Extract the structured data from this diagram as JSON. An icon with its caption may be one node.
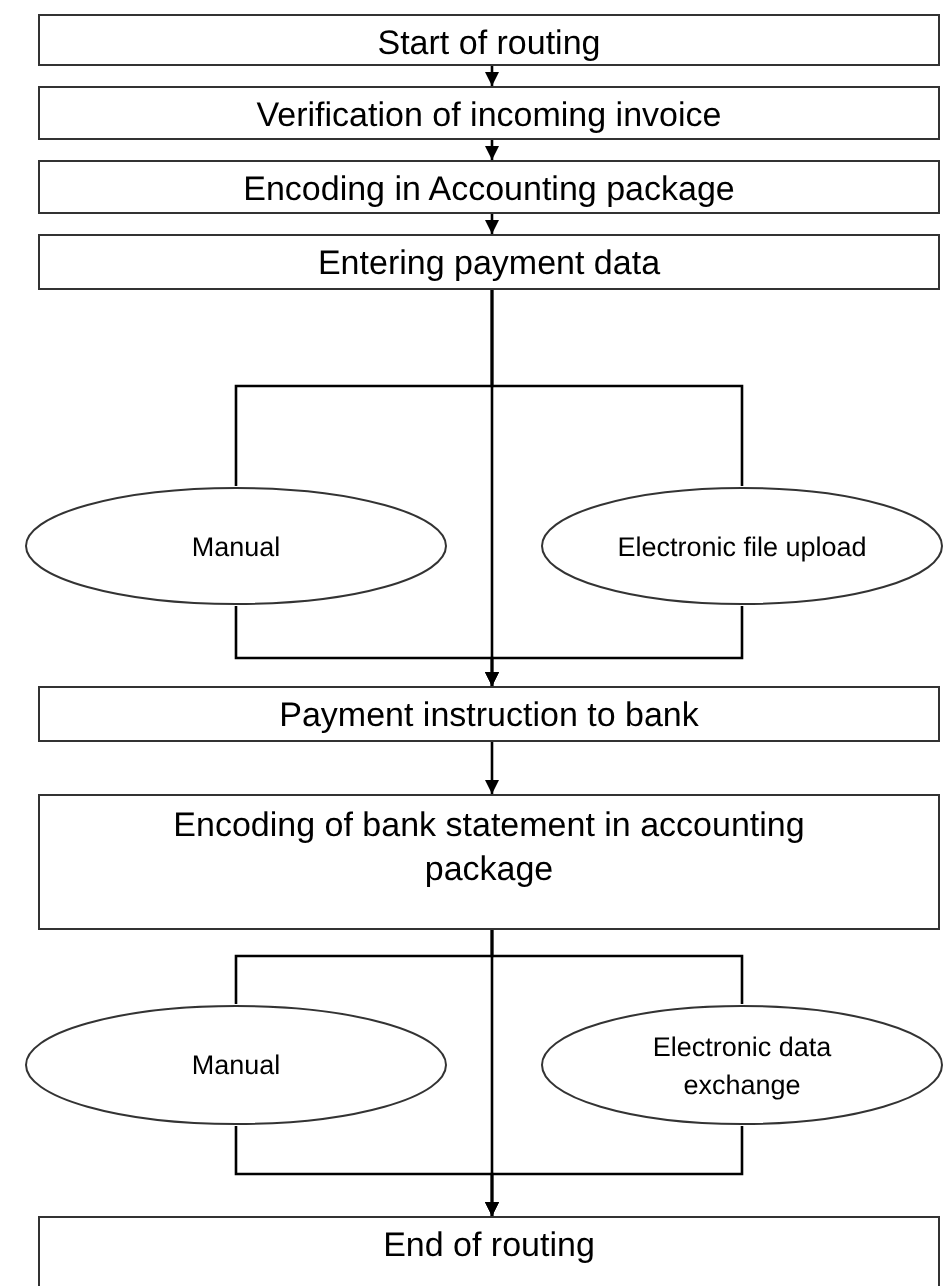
{
  "diagram": {
    "nodes": [
      {
        "text": [
          "Start of routing"
        ]
      },
      {
        "text": [
          "Verification of incoming invoice"
        ]
      },
      {
        "text": [
          "Encoding in Accounting package"
        ]
      },
      {
        "text": [
          "Entering payment data"
        ]
      },
      {
        "text": [
          "Manual"
        ]
      },
      {
        "text": [
          "Electronic file upload"
        ]
      },
      {
        "text": [
          "Payment instruction to bank"
        ]
      },
      {
        "text": [
          "Encoding of bank statement in accounting package"
        ]
      },
      {
        "text": [
          "Manual"
        ]
      },
      {
        "text": [
          "Electronic data exchange"
        ]
      },
      {
        "text": [
          "End of routing"
        ]
      }
    ],
    "edges": [
      {
        "from": 0,
        "to": 1,
        "arrow": "to"
      },
      {
        "from": 1,
        "to": 2,
        "arrow": "to"
      },
      {
        "from": 2,
        "to": 3,
        "arrow": "to"
      },
      {
        "from": 3,
        "to": 6,
        "arrow": "to"
      },
      {
        "from": 3,
        "to": 4,
        "arrow": "none"
      },
      {
        "from": 3,
        "to": 5,
        "arrow": "none"
      },
      {
        "from": 4,
        "to": 6,
        "arrow": "to"
      },
      {
        "from": 5,
        "to": 6,
        "arrow": "to"
      },
      {
        "from": 6,
        "to": 7,
        "arrow": "to"
      },
      {
        "from": 7,
        "to": 10,
        "arrow": "to"
      },
      {
        "from": 7,
        "to": 8,
        "arrow": "none"
      },
      {
        "from": 7,
        "to": 9,
        "arrow": "none"
      },
      {
        "from": 8,
        "to": 10,
        "arrow": "to"
      },
      {
        "from": 9,
        "to": 10,
        "arrow": "to"
      }
    ]
  }
}
